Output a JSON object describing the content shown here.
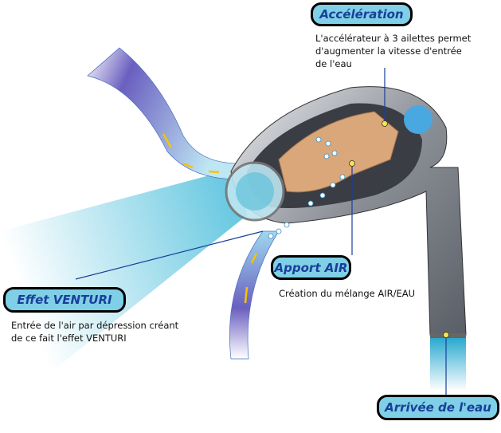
{
  "labels": {
    "acceleration": {
      "title": "Accélération",
      "lines": [
        "L'accélérateur à 3 ailettes permet",
        "d'augmenter la vitesse d'entrée",
        "de l'eau"
      ]
    },
    "apport_air": {
      "title": "Apport AIR",
      "lines": [
        "Création du mélange AIR/EAU"
      ]
    },
    "venturi": {
      "title": "Effet VENTURI",
      "lines": [
        "Entrée de l'air par dépression créant",
        "de ce fait l'effet VENTURI"
      ]
    },
    "arrivee": {
      "title": "Arrivée de l'eau"
    }
  },
  "colors": {
    "pill": "#7fcfe6",
    "title_text": "#1a3f9a",
    "pipe": "#8a8e95",
    "water": "#3bb8d8",
    "air": "#5a4fb0",
    "arrow": "#f5c400"
  }
}
